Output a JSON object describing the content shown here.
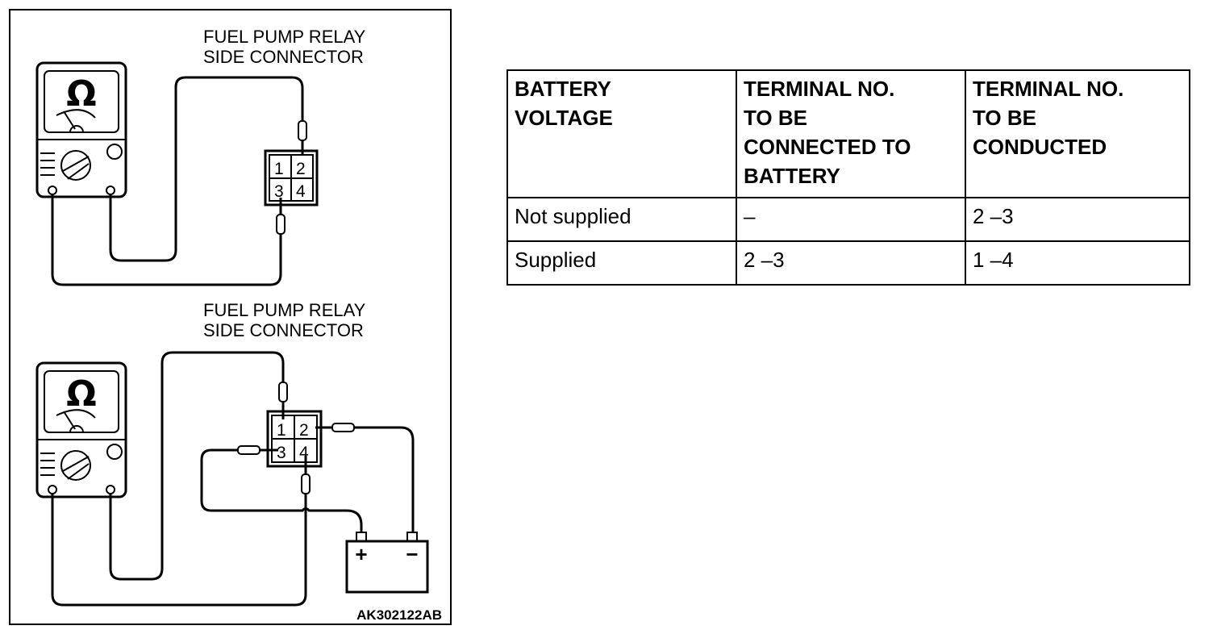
{
  "figure": {
    "top_diagram": {
      "label_line1": "FUEL PUMP RELAY",
      "label_line2": "SIDE CONNECTOR",
      "meter_symbol": "Ω",
      "terminals": [
        "1",
        "2",
        "3",
        "4"
      ]
    },
    "bottom_diagram": {
      "label_line1": "FUEL PUMP RELAY",
      "label_line2": "SIDE CONNECTOR",
      "meter_symbol": "Ω",
      "terminals": [
        "1",
        "2",
        "3",
        "4"
      ],
      "battery_plus": "+",
      "battery_minus": "−"
    },
    "figure_code": "AK302122AB"
  },
  "table": {
    "headers": [
      "BATTERY\nVOLTAGE",
      "TERMINAL NO.\nTO BE\nCONNECTED TO\nBATTERY",
      "TERMINAL NO.\nTO BE\nCONDUCTED"
    ],
    "rows": [
      [
        "Not supplied",
        "–",
        "2 –3"
      ],
      [
        "Supplied",
        "2 –3",
        "1 –4"
      ]
    ]
  }
}
